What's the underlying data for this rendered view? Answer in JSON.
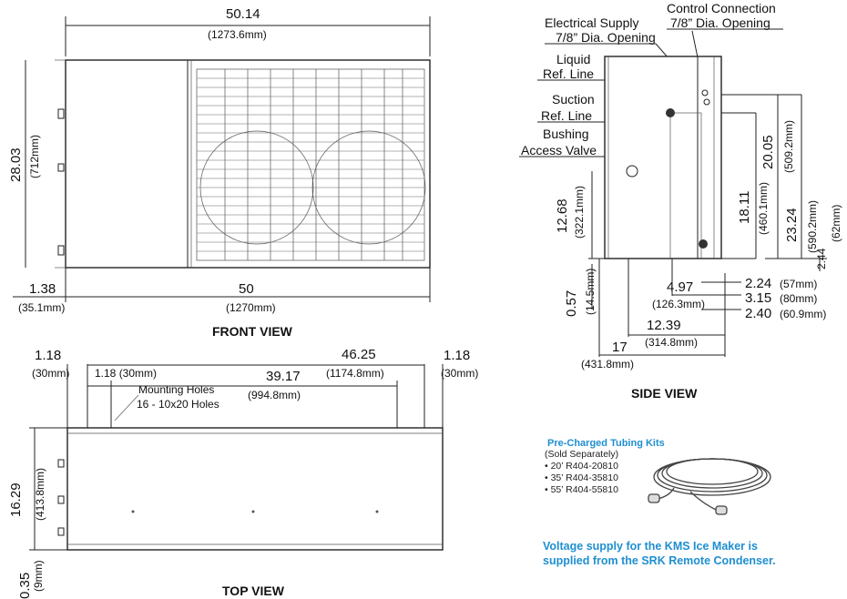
{
  "front_view": {
    "title": "FRONT VIEW",
    "width_overall": "50.14",
    "width_overall_mm": "(1273.6mm)",
    "height": "28.03",
    "height_mm": "(712mm)",
    "offset": "1.38",
    "offset_mm": "(35.1mm)",
    "width_base": "50",
    "width_base_mm": "(1270mm)"
  },
  "side_view": {
    "title": "SIDE VIEW",
    "callouts": {
      "control_connection": [
        "Control Connection",
        "7/8” Dia. Opening"
      ],
      "electrical_supply": [
        "Electrical Supply",
        "7/8” Dia. Opening"
      ],
      "liquid_line": [
        "Liquid",
        "Ref. Line"
      ],
      "suction_line": [
        "Suction",
        "Ref. Line"
      ],
      "bushing": [
        "Bushing",
        "Access Valve"
      ]
    },
    "dims": {
      "d20_05": "20.05",
      "d20_05_mm": "(509.2mm)",
      "d18_11": "18.11",
      "d18_11_mm": "(460.1mm)",
      "d23_24": "23.24",
      "d23_24_mm": "(590.2mm)",
      "d2_44": "2.44",
      "d2_44_mm": "(62mm)",
      "d12_68": "12.68",
      "d12_68_mm": "(322.1mm)",
      "d0_57": "0.57",
      "d0_57_mm": "(14.5mm)",
      "d4_97": "4.97",
      "d4_97_mm": "(126.3mm)",
      "d2_24": "2.24",
      "d2_24_mm": "(57mm)",
      "d3_15": "3.15",
      "d3_15_mm": "(80mm)",
      "d2_40": "2.40",
      "d2_40_mm": "(60.9mm)",
      "d12_39": "12.39",
      "d12_39_mm": "(314.8mm)",
      "d17": "17",
      "d17_mm": "(431.8mm)"
    }
  },
  "top_view": {
    "title": "TOP VIEW",
    "left_edge": "1.18",
    "left_edge_mm": "(30mm)",
    "width": "46.25",
    "width_mm": "(1174.8mm)",
    "right_edge": "1.18",
    "right_edge_mm": "(30mm)",
    "inner_offset": "1.18 (30mm)",
    "hole_span": "39.17",
    "hole_span_mm": "(994.8mm)",
    "mounting_holes": [
      "Mounting Holes",
      "16 - 10x20 Holes"
    ],
    "depth": "16.29",
    "depth_mm": "(413.8mm)",
    "bottom_offset": "0.35",
    "bottom_offset_mm": "(9mm)"
  },
  "tubing_kits": {
    "title": "Pre-Charged Tubing Kits",
    "subtitle": "(Sold Separately)",
    "items": [
      "• 20’  R404-20810",
      "• 35’  R404-35810",
      "• 55’  R404-55810"
    ]
  },
  "voltage_note": [
    "Voltage supply for the KMS Ice Maker is",
    "supplied from the SRK Remote Condenser."
  ]
}
